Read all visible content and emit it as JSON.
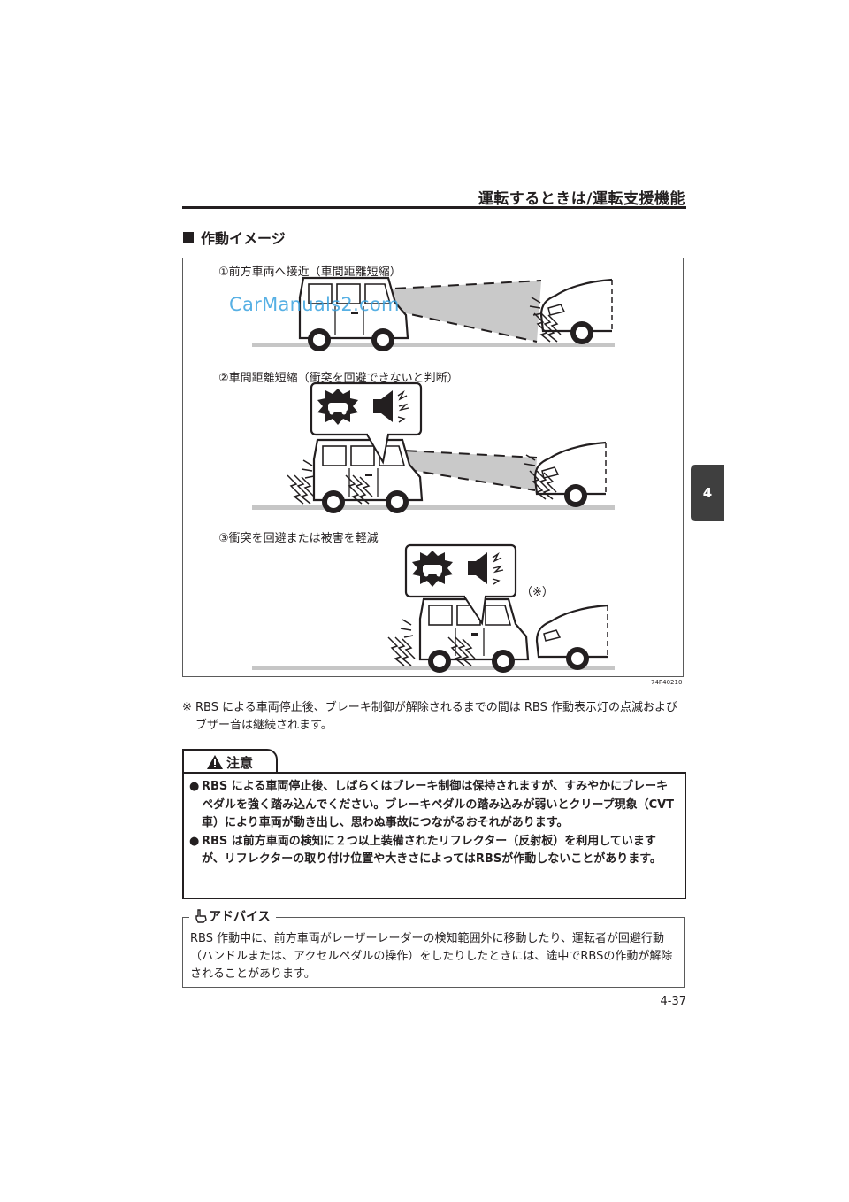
{
  "header": {
    "title": "運転するときは/運転支援機能"
  },
  "chapter_tab": {
    "number": "4"
  },
  "section": {
    "title": "作動イメージ"
  },
  "figure": {
    "steps": [
      "①前方車両へ接近（車間距離短縮）",
      "②車間距離短縮（衝突を回避できないと判断）",
      "③衝突を回避または被害を軽減"
    ],
    "watermark": "CarManuals2.com",
    "asterisk_label": "（※）",
    "code": "74P40210"
  },
  "note": {
    "mark": "※",
    "text": "RBS による車両停止後、ブレーキ制御が解除されるまでの間は RBS 作動表示灯の点滅およびブザー音は継続されます。"
  },
  "caution": {
    "title": "注意",
    "items": [
      "RBS による車両停止後、しばらくはブレーキ制御は保持されますが、すみやかにブレーキペダルを強く踏み込んでください。ブレーキペダルの踏み込みが弱いとクリープ現象（CVT車）により車両が動き出し、思わぬ事故につながるおそれがあります。",
      "RBS は前方車両の検知に２つ以上装備されたリフレクター（反射板）を利用していますが、リフレクターの取り付け位置や大きさによってはRBSが作動しないことがあります。"
    ]
  },
  "advice": {
    "title": "アドバイス",
    "text": "RBS 作動中に、前方車両がレーザーレーダーの検知範囲外に移動したり、運転者が回避行動（ハンドルまたは、アクセルペダルの操作）をしたりしたときには、途中でRBSの作動が解除されることがあります。"
  },
  "page": {
    "number": "4-37"
  }
}
